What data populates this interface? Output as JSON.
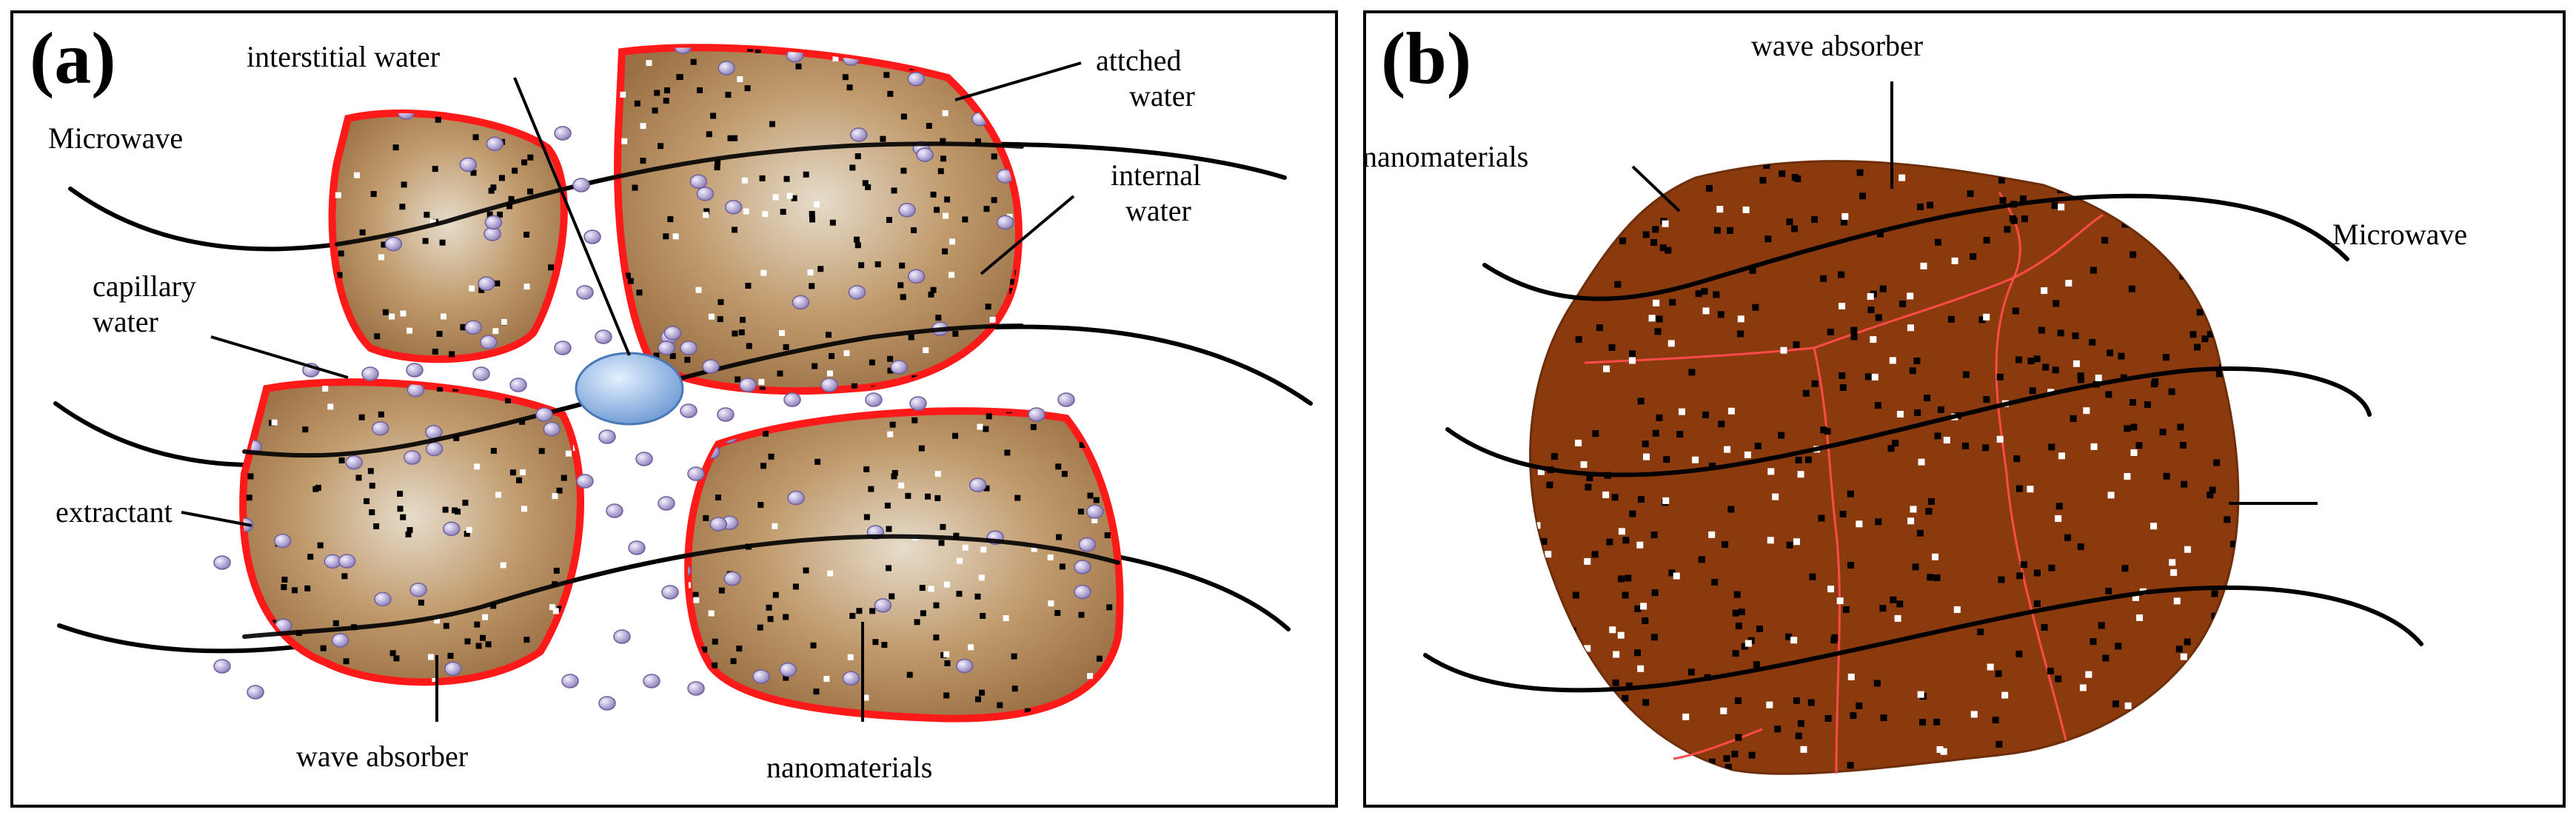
{
  "panels": [
    {
      "letter": "(a)",
      "labels": {
        "interstitial_water": "interstitial water",
        "attached_water": "attched\nwater",
        "microwave": "Microwave",
        "internal_water": "internal\nwater",
        "capillary_water": "capillary\nwater",
        "extractant": "extractant",
        "wave_absorber": "wave absorber",
        "nanomaterials": "nanomaterials"
      }
    },
    {
      "letter": "(b)",
      "labels": {
        "wave_absorber": "wave absorber",
        "nanomaterials": "nanomaterials",
        "microwave": "Microwave"
      }
    }
  ],
  "colors": {
    "particle_fill": "#a88058",
    "particle_outline": "#ff1a1a",
    "absorber_fill": "#8b3a0e",
    "droplet": "#8fb8e8",
    "bead": "#b4a6d4"
  }
}
